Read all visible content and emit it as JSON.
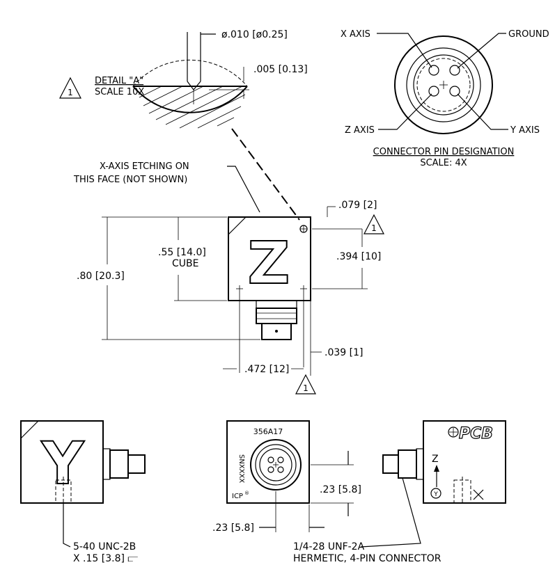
{
  "detail": {
    "label": "DETAIL \"A\"",
    "scale": "SCALE 10X",
    "rev_marker": "1",
    "dim_diameter": "ø.010 [ø0.25]",
    "dim_depth": ".005 [0.13]"
  },
  "connector": {
    "x_axis": "X AXIS",
    "ground": "GROUND",
    "z_axis": "Z AXIS",
    "y_axis": "Y AXIS",
    "title": "CONNECTOR PIN DESIGNATION",
    "scale": "SCALE: 4X"
  },
  "front_view": {
    "etching_line1": "X-AXIS ETCHING ON",
    "etching_line2": "THIS FACE (NOT SHOWN)",
    "face_letter": "Z",
    "dim_cube_1": ".55 [14.0]",
    "dim_cube_2": "CUBE",
    "dim_height": ".80 [20.3]",
    "dim_079": ".079 [2]",
    "dim_394": ".394 [10]",
    "dim_039": ".039 [1]",
    "dim_472": ".472 [12]",
    "marker_right": "1",
    "marker_bottom": "1"
  },
  "left_view": {
    "face_letter": "Y",
    "thread_line1": "5-40 UNC-2B",
    "thread_line2": "X .15 [3.8] ⫍"
  },
  "middle_view": {
    "model": "356A17",
    "serial": "SNXXXX",
    "icp": "ICP",
    "icp_mark": "®",
    "dim_vert": ".23 [5.8]",
    "dim_horiz": ".23 [5.8]"
  },
  "right_view": {
    "logo": "PCB",
    "z_label": "Z",
    "y_symbol": "Y",
    "thread_line1": "1/4-28 UNF-2A",
    "thread_line2": "HERMETIC, 4-PIN CONNECTOR"
  }
}
